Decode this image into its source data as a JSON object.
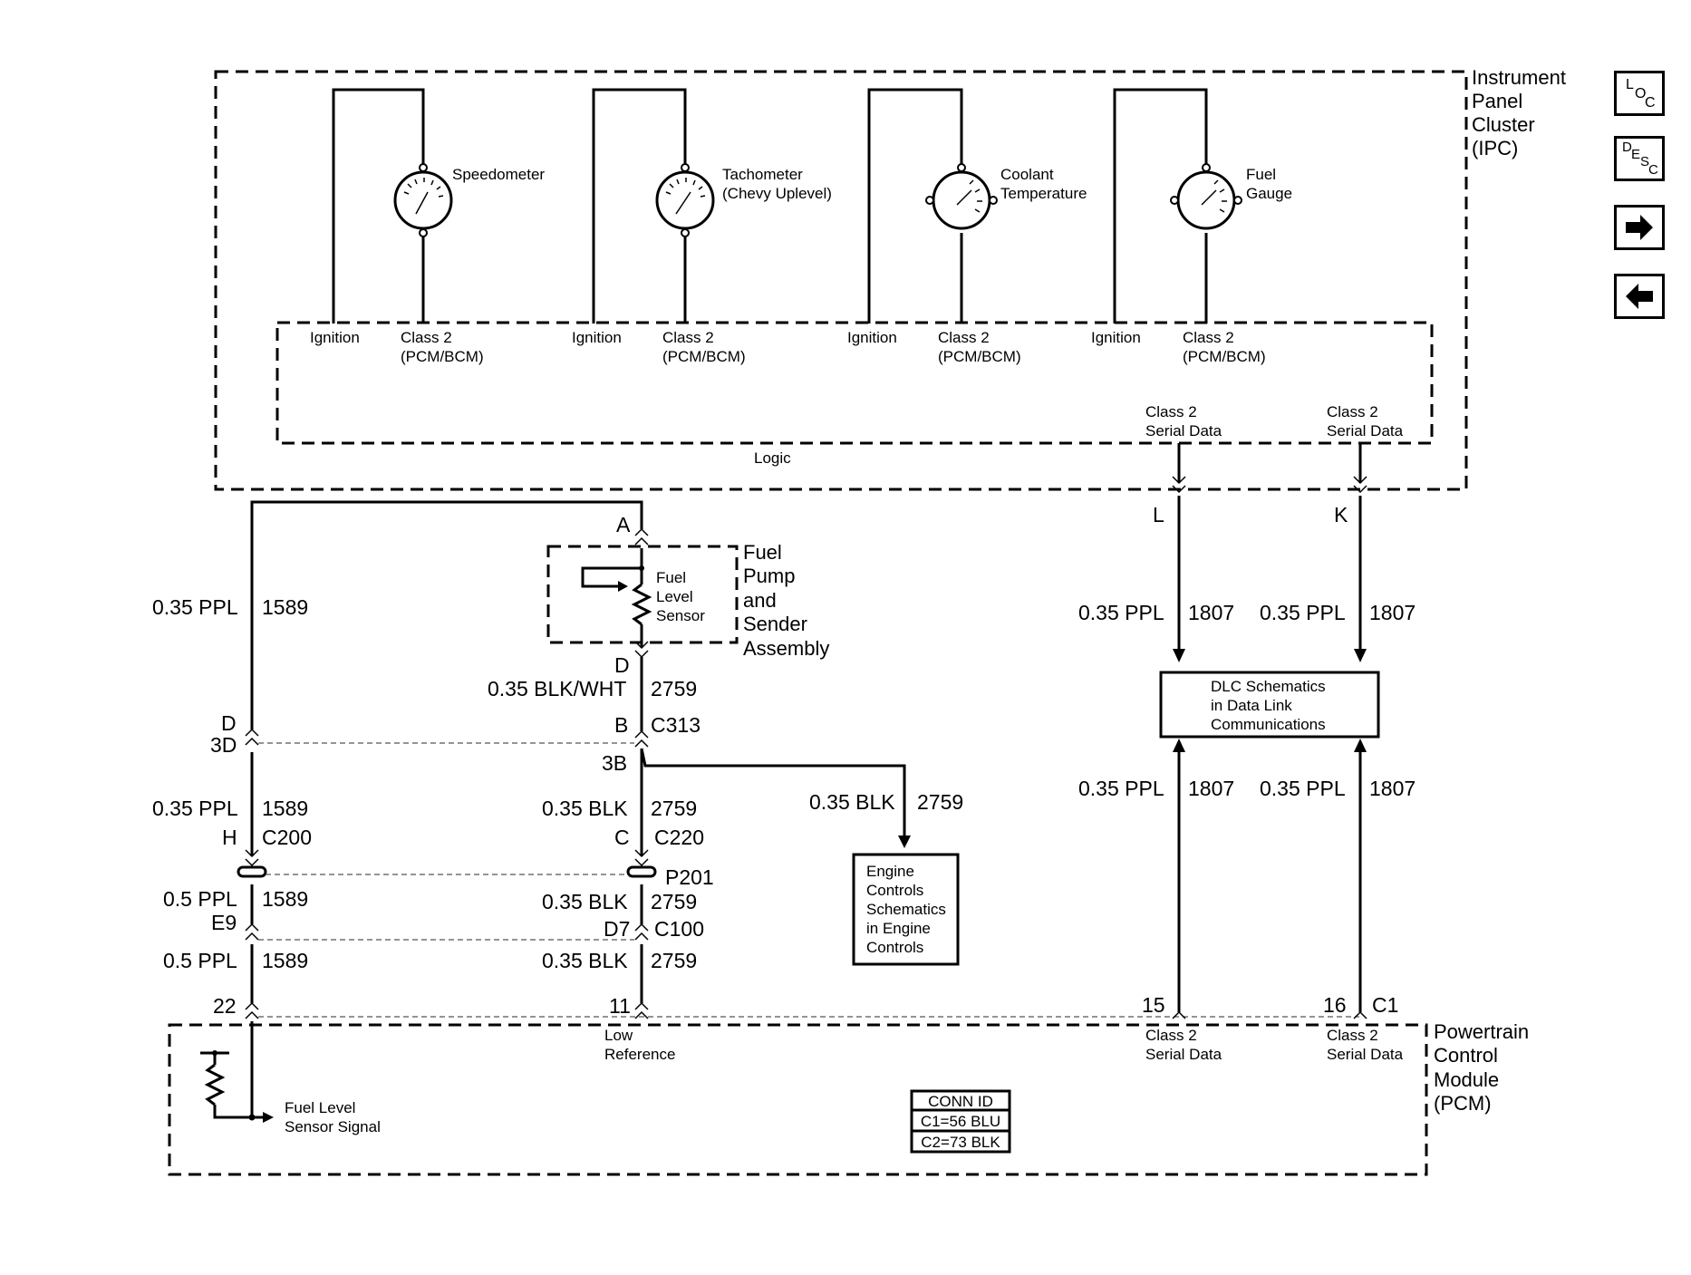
{
  "ipc": {
    "title_lines": [
      "Instrument",
      "Panel",
      "Cluster",
      "(IPC)"
    ],
    "logic": "Logic",
    "gauges": [
      {
        "lines": [
          "Speedometer"
        ]
      },
      {
        "lines": [
          "Tachometer",
          "(Chevy Uplevel)"
        ]
      },
      {
        "lines": [
          "Coolant",
          "Temperature"
        ]
      },
      {
        "lines": [
          "Fuel",
          "Gauge"
        ]
      }
    ],
    "ignition": "Ignition",
    "class2_lines": [
      "Class 2",
      "(PCM/BCM)"
    ],
    "serial_lines": [
      "Class 2",
      "Serial Data"
    ]
  },
  "nav": {
    "loc": [
      "L",
      "O",
      "C"
    ],
    "desc": [
      "D",
      "E",
      "S",
      "C"
    ],
    "next": "next-arrow-icon",
    "prev": "prev-arrow-icon"
  },
  "fuel_pump": {
    "title_lines": [
      "Fuel",
      "Pump",
      "and",
      "Sender",
      "Assembly"
    ],
    "sensor_lines": [
      "Fuel",
      "Level",
      "Sensor"
    ]
  },
  "wires": {
    "left_1": {
      "gauge": "0.35 PPL",
      "circuit": "1589"
    },
    "left_2": {
      "gauge": "0.35 PPL",
      "circuit": "1589"
    },
    "left_3": {
      "gauge": "0.5 PPL",
      "circuit": "1589"
    },
    "left_4": {
      "gauge": "0.5 PPL",
      "circuit": "1589"
    },
    "mid_1": {
      "gauge": "0.35 BLK/WHT",
      "circuit": "2759"
    },
    "mid_2": {
      "gauge": "0.35 BLK",
      "circuit": "2759"
    },
    "mid_3": {
      "gauge": "0.35 BLK",
      "circuit": "2759"
    },
    "mid_4": {
      "gauge": "0.35 BLK",
      "circuit": "2759"
    },
    "branch": {
      "gauge": "0.35 BLK",
      "circuit": "2759"
    },
    "dlc_1": {
      "gauge": "0.35 PPL",
      "circuit": "1807"
    },
    "dlc_2": {
      "gauge": "0.35 PPL",
      "circuit": "1807"
    },
    "dlc_3": {
      "gauge": "0.35 PPL",
      "circuit": "1807"
    },
    "dlc_4": {
      "gauge": "0.35 PPL",
      "circuit": "1807"
    }
  },
  "connectors": {
    "A": "A",
    "D_top": "D",
    "B": "B",
    "C313": "C313",
    "D_left": "D",
    "3D": "3D",
    "3B": "3B",
    "H": "H",
    "C200": "C200",
    "C": "C",
    "C220": "C220",
    "P201": "P201",
    "E9": "E9",
    "D7": "D7",
    "C100": "C100",
    "pin22": "22",
    "pin11": "11",
    "pin15": "15",
    "pin16": "16",
    "C1": "C1",
    "L": "L",
    "K": "K"
  },
  "dlc_box": {
    "lines": [
      "DLC Schematics",
      "in Data Link",
      "Communications"
    ]
  },
  "engine_box": {
    "lines": [
      "Engine",
      "Controls",
      "Schematics",
      "in Engine",
      "Controls"
    ]
  },
  "pcm": {
    "title_lines": [
      "Powertrain",
      "Control",
      "Module",
      "(PCM)"
    ],
    "low_ref": [
      "Low",
      "Reference"
    ],
    "fuel_signal": [
      "Fuel Level",
      "Sensor Signal"
    ],
    "serial_lines": [
      "Class 2",
      "Serial Data"
    ],
    "conn_id": [
      "CONN ID",
      "C1=56 BLU",
      "C2=73 BLK"
    ]
  }
}
